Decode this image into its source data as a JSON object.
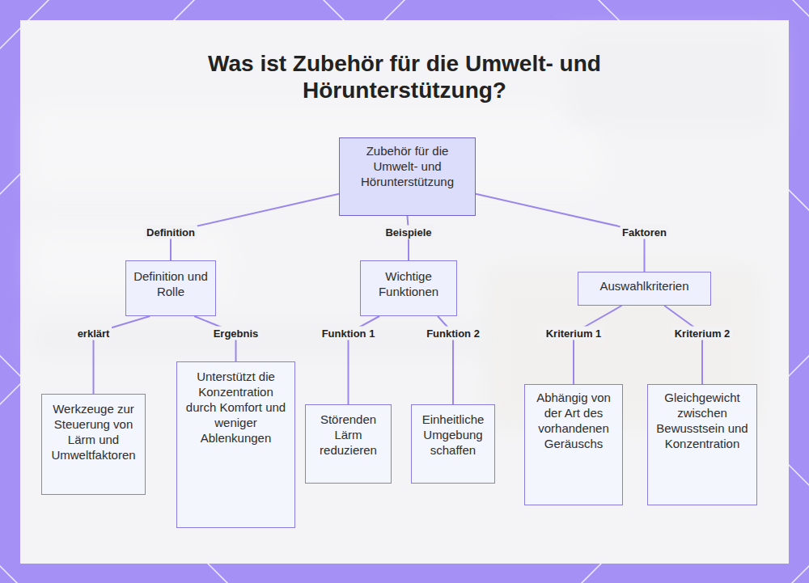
{
  "diagram": {
    "title": "Was ist Zubehör für die Umwelt- und Hörunterstützung?",
    "nodes": [
      {
        "text": [
          "Zubehör für die Umwelt- und Hörunterstützung"
        ]
      },
      {
        "text": [
          "Definition und Rolle"
        ]
      },
      {
        "text": [
          "Wichtige Funktionen"
        ]
      },
      {
        "text": [
          "Auswahlkriterien"
        ]
      },
      {
        "text": [
          "Werkzeuge zur Steuerung von Lärm und Umweltfaktoren"
        ]
      },
      {
        "text": [
          "Unterstützt die Konzentration durch Komfort und weniger Ablenkungen"
        ]
      },
      {
        "text": [
          "Störenden Lärm reduzieren"
        ]
      },
      {
        "text": [
          "Einheitliche Umgebung schaffen"
        ]
      },
      {
        "text": [
          "Abhängig von der Art des vorhandenen Geräuschs"
        ]
      },
      {
        "text": [
          "Gleichgewicht zwischen Bewusstsein und Konzentration"
        ]
      }
    ],
    "edges": [
      {
        "from": 0,
        "to": 1,
        "label": "Definition",
        "arrow": "none"
      },
      {
        "from": 0,
        "to": 2,
        "label": "Beispiele",
        "arrow": "none"
      },
      {
        "from": 0,
        "to": 3,
        "label": "Faktoren",
        "arrow": "none"
      },
      {
        "from": 1,
        "to": 4,
        "label": "erklärt",
        "arrow": "none"
      },
      {
        "from": 1,
        "to": 5,
        "label": "Ergebnis",
        "arrow": "none"
      },
      {
        "from": 2,
        "to": 6,
        "label": "Funktion 1",
        "arrow": "none"
      },
      {
        "from": 2,
        "to": 7,
        "label": "Funktion 2",
        "arrow": "none"
      },
      {
        "from": 3,
        "to": 8,
        "label": "Kriterium 1",
        "arrow": "none"
      },
      {
        "from": 3,
        "to": 9,
        "label": "Kriterium 2",
        "arrow": "none"
      }
    ]
  }
}
